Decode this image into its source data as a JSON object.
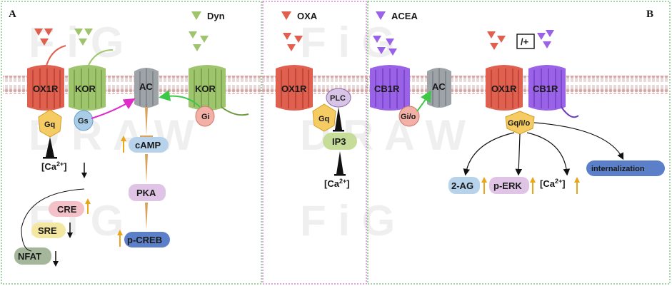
{
  "panels": {
    "a": "A",
    "b": "B"
  },
  "legend": {
    "dyn": "Dyn",
    "oxa": "OXA",
    "acea": "ACEA"
  },
  "receptors": {
    "ox1r": "OX1R",
    "kor": "KOR",
    "cb1r": "CB1R",
    "ac": "AC"
  },
  "proteins": {
    "gq": "Gq",
    "gs": "Gs",
    "gi": "Gi",
    "gio": "Gi/o",
    "gqio": "Gq/i/o",
    "plc": "PLC",
    "ip3": "IP3",
    "camp": "cAMP",
    "pka": "PKA",
    "pcreb": "p-CREB",
    "cre": "CRE",
    "sre": "SRE",
    "nfat": "NFAT"
  },
  "calcium": {
    "prefix": "[Ca",
    "sup": "2+",
    "suffix": "]"
  },
  "outputs": {
    "ag2": "2-AG",
    "perk": "p-ERK",
    "internalization": "internalization"
  },
  "heteromer_mark": "/+",
  "watermark": "FiGDRAW",
  "colors": {
    "ox1r": "#e0604f",
    "kor": "#9fc46e",
    "cb1r": "#9a62e6",
    "ac": "#9ea3a8",
    "membrane": "#c9a0a0",
    "up_arrow": "#e7a61b",
    "inhibit": "#d9a25a",
    "green_arrow": "#3ec84a",
    "magenta_arrow": "#e02ac9",
    "panel_border_green": "#4caa4c",
    "panel_border_magenta": "#c84fc8"
  }
}
